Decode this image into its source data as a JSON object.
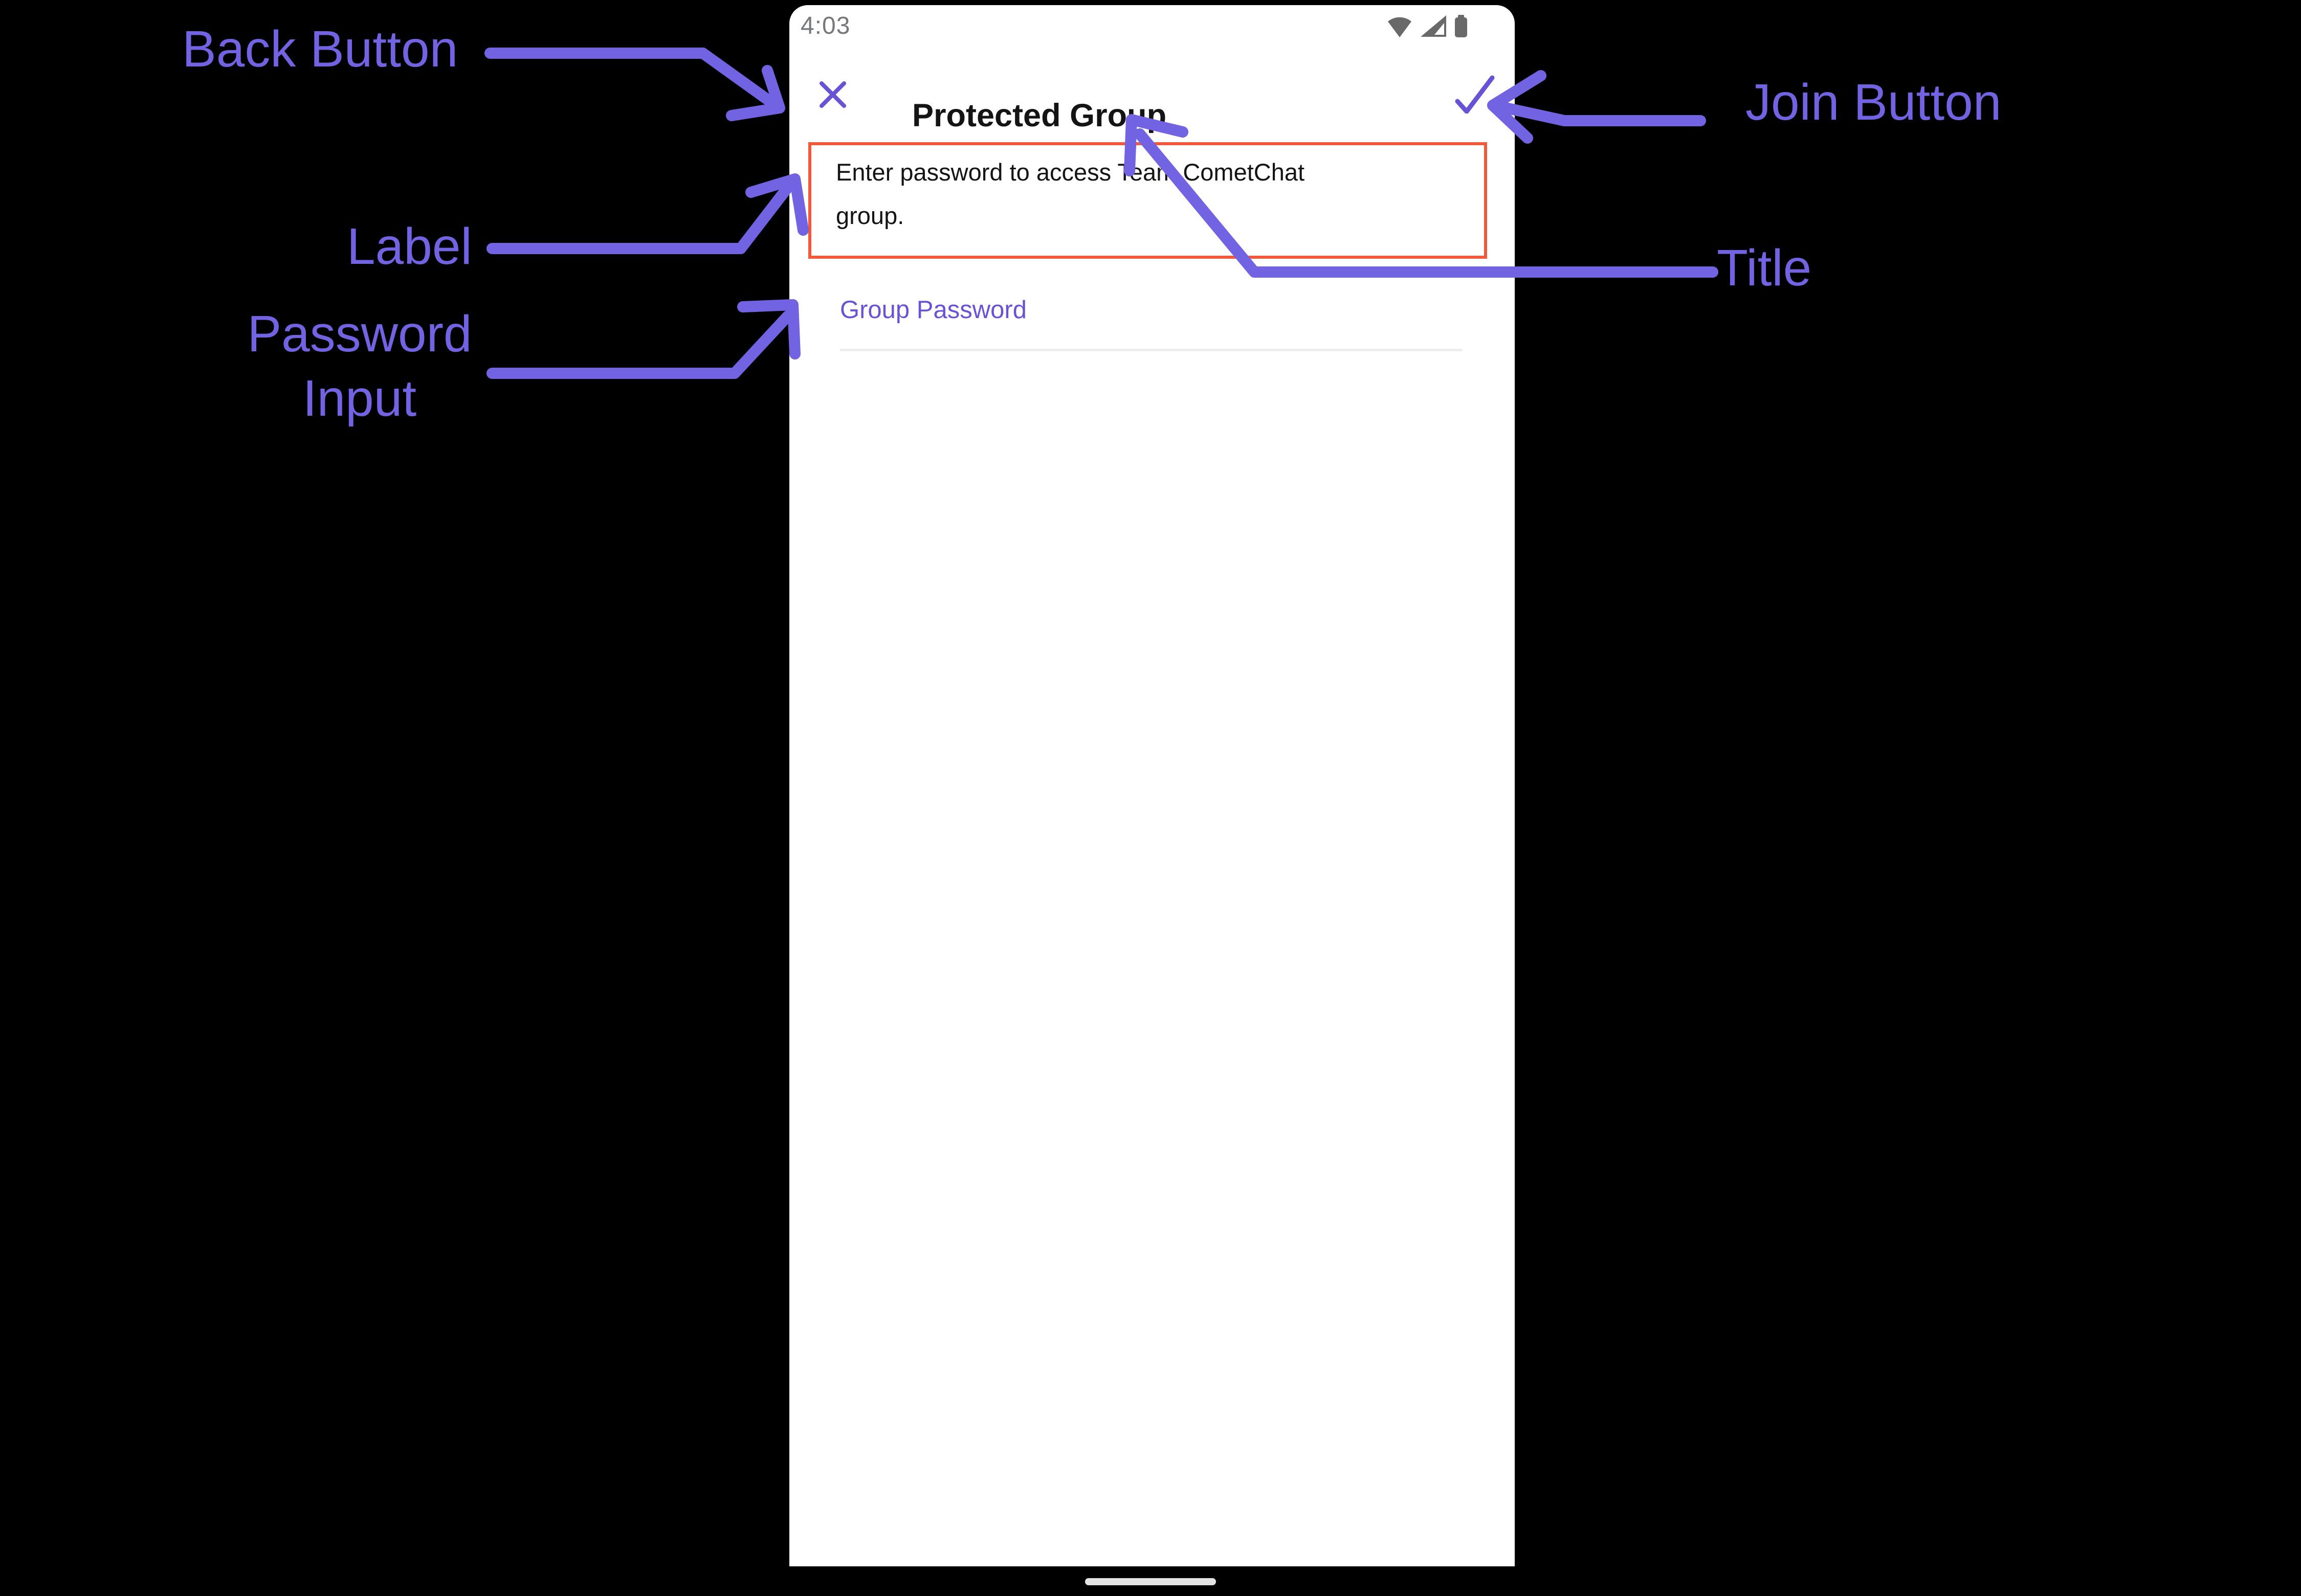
{
  "phone": {
    "status_bar": {
      "time": "4:03",
      "icons": [
        "wifi-icon",
        "cellular-signal-icon",
        "battery-icon"
      ]
    },
    "header": {
      "title": "Protected Group",
      "left_icon": "close-x-icon",
      "right_icon": "check-icon"
    },
    "form": {
      "description": "Enter password to access Team CometChat group.",
      "description_lines": [
        "Enter password to access Team CometChat",
        "group."
      ],
      "password_label": "Group Password"
    },
    "accent_color": "#6852D6",
    "home_indicator_icon": "home-indicator-bar"
  },
  "annotations": {
    "back_button": "Back Button",
    "label": "Label",
    "password_input": "Password Input",
    "join_button": "Join Button",
    "title": "Title",
    "arrow_color": "#7263E3",
    "highlight_border_color": "#F3583C"
  }
}
